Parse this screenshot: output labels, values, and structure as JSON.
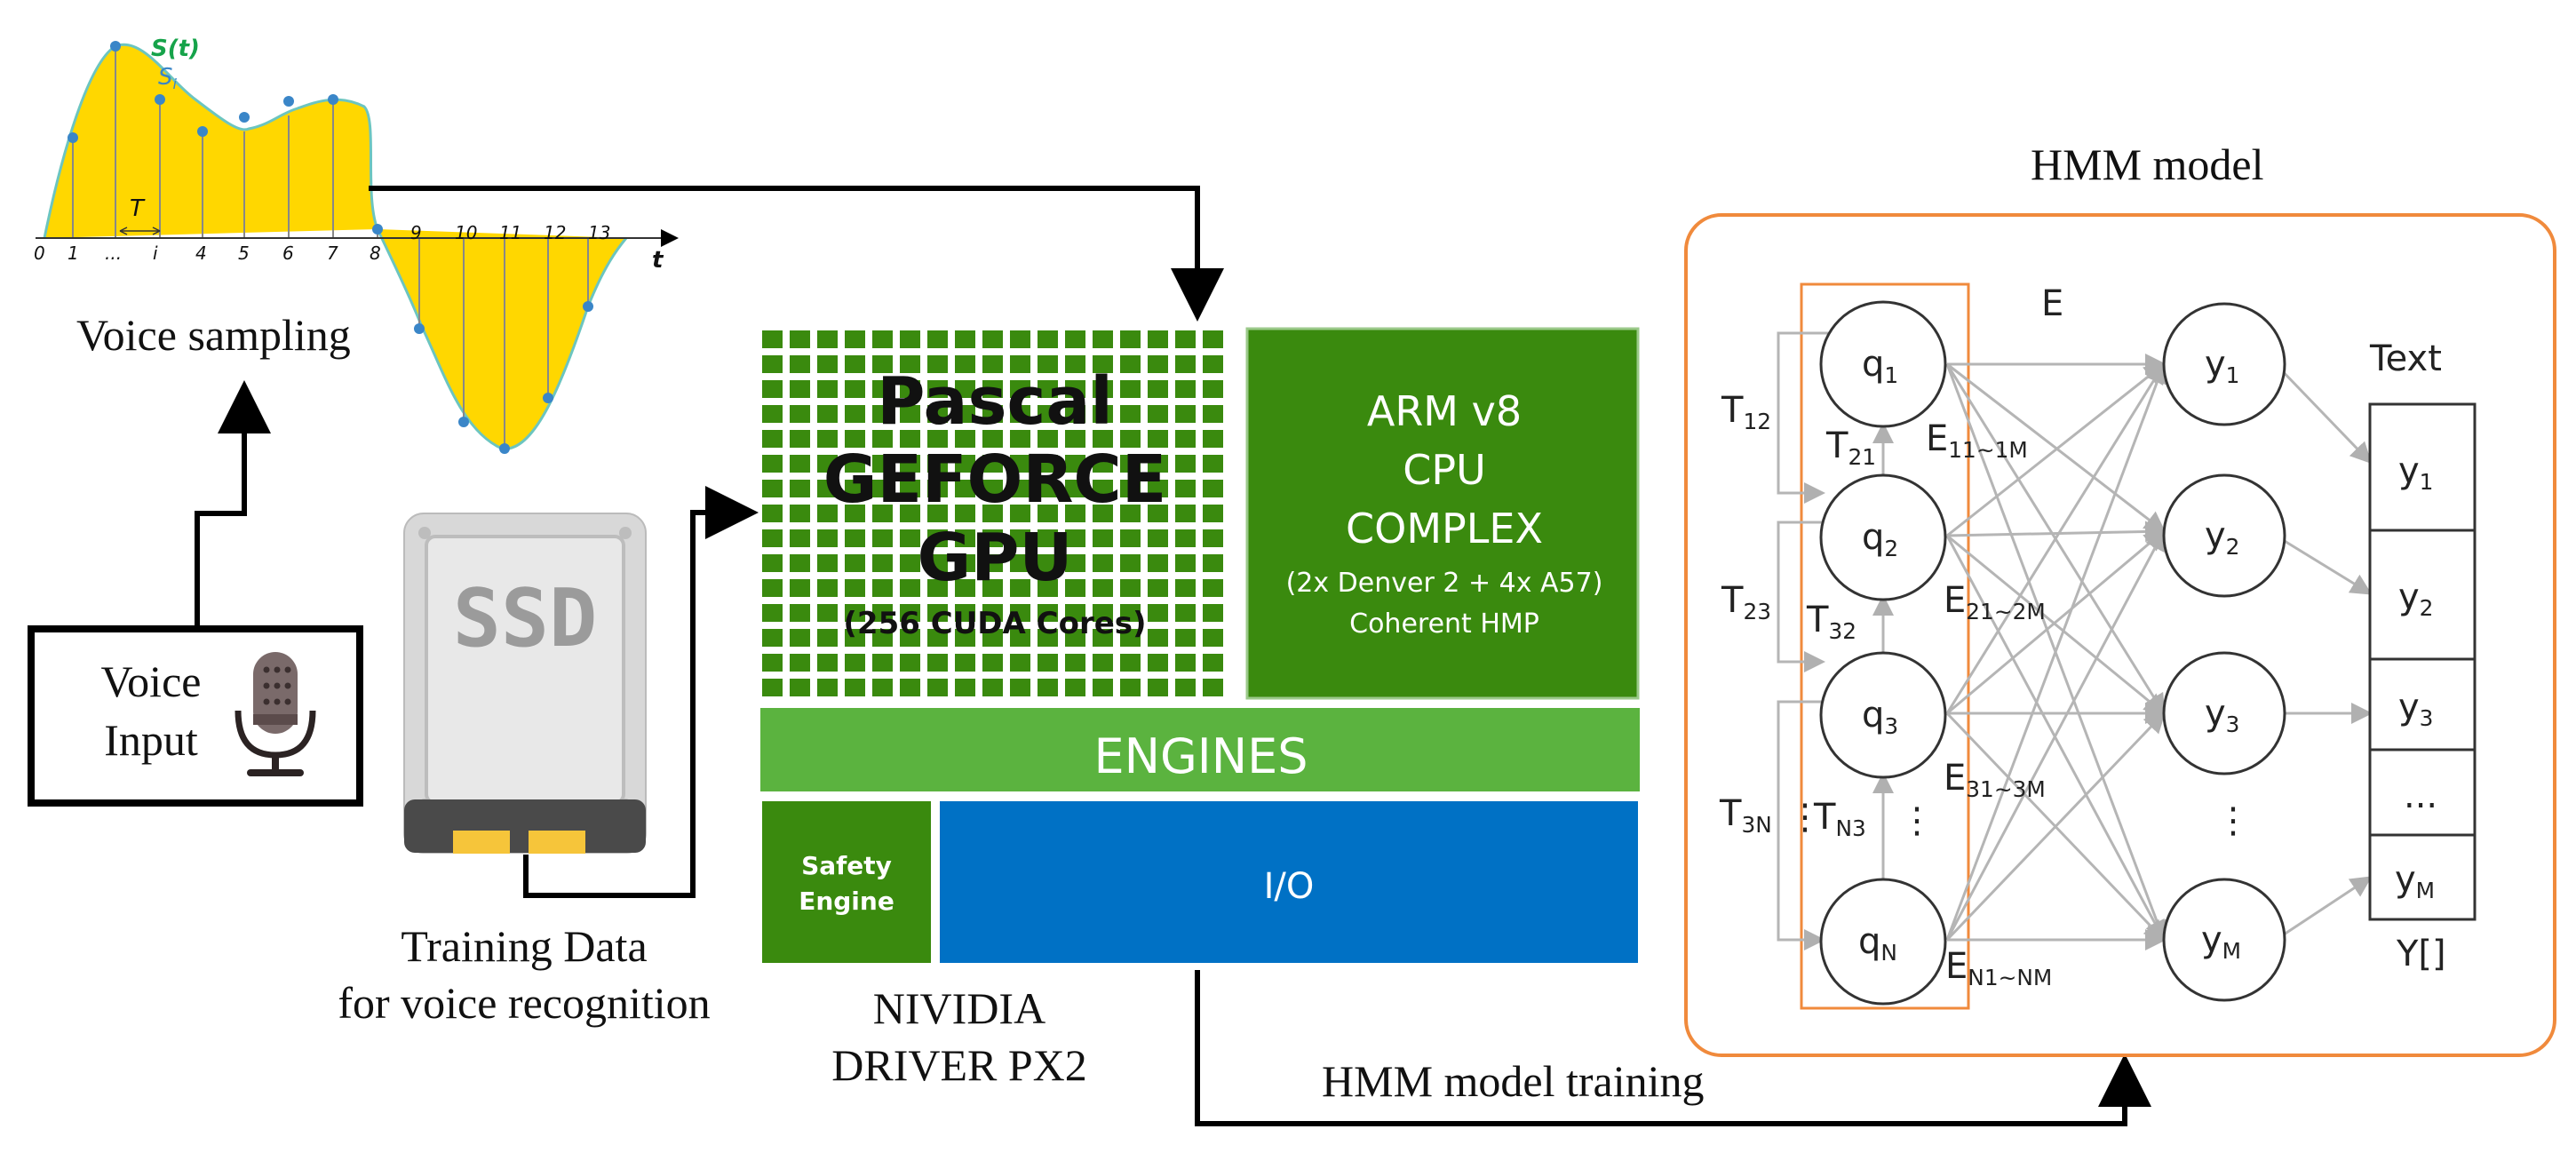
{
  "voice_sampling": {
    "signal_label": "S(t)",
    "sample_label": "S",
    "sample_sub": "i",
    "period_label": "T",
    "axis_label": "t",
    "ticks_left": [
      "0",
      "1",
      "...",
      "i",
      "4",
      "5",
      "6",
      "7",
      "8"
    ],
    "ticks_right": [
      "9",
      "10",
      "11",
      "12",
      "13"
    ],
    "caption": "Voice sampling",
    "colors": {
      "fill": "#ffd700",
      "curve": "#6cc5c0",
      "sample": "#3a86c8",
      "signal_label": "#16a34a"
    }
  },
  "voice_input": {
    "line1": "Voice",
    "line2": "Input",
    "icon": "microphone-icon"
  },
  "ssd": {
    "label": "SSD",
    "icon": "ssd-drive-icon",
    "caption_line1": "Training Data",
    "caption_line2": "for voice recognition"
  },
  "px2": {
    "gpu_title": "Pascal GEFORCE GPU",
    "gpu_sub": "(256 CUDA Cores)",
    "cpu_line1": "ARM v8",
    "cpu_line2": "CPU",
    "cpu_line3": "COMPLEX",
    "cpu_line4": "(2x Denver 2 + 4x A57)",
    "cpu_line5": "Coherent HMP",
    "engines": "ENGINES",
    "safety_line1": "Safety",
    "safety_line2": "Engine",
    "io": "I/O",
    "caption_line1": "NIVIDIA",
    "caption_line2": "DRIVER PX2",
    "colors": {
      "dark_green": "#3a8a0e",
      "light_green": "#5bb33f",
      "blue": "#0071c5"
    }
  },
  "hmm": {
    "title": "HMM model",
    "emission_label": "E",
    "text_label": "Text",
    "array_label": "Y[]",
    "training_label": "HMM model training",
    "states": [
      {
        "name": "q",
        "sub": "1"
      },
      {
        "name": "q",
        "sub": "2"
      },
      {
        "name": "q",
        "sub": "3"
      },
      {
        "name": "q",
        "sub": "N"
      }
    ],
    "outputs": [
      {
        "name": "y",
        "sub": "1"
      },
      {
        "name": "y",
        "sub": "2"
      },
      {
        "name": "y",
        "sub": "3"
      },
      {
        "name": "y",
        "sub": "M"
      }
    ],
    "transitions": [
      {
        "name": "T",
        "sub": "12"
      },
      {
        "name": "T",
        "sub": "21"
      },
      {
        "name": "T",
        "sub": "23"
      },
      {
        "name": "T",
        "sub": "32"
      },
      {
        "name": "T",
        "sub": "3N"
      },
      {
        "name": "T",
        "sub": "N3"
      }
    ],
    "emissions": [
      {
        "name": "E",
        "sub": "11~1M"
      },
      {
        "name": "E",
        "sub": "21~2M"
      },
      {
        "name": "E",
        "sub": "31~3M"
      },
      {
        "name": "E",
        "sub": "N1~NM"
      }
    ],
    "array_cells": [
      {
        "name": "y",
        "sub": "1"
      },
      {
        "name": "y",
        "sub": "2"
      },
      {
        "name": "y",
        "sub": "3"
      },
      {
        "name": "...",
        "sub": ""
      },
      {
        "name": "y",
        "sub": "M"
      }
    ],
    "ellipsis": "⋮",
    "colors": {
      "frame": "#f08a3c",
      "edge": "#b5b5b5"
    }
  }
}
